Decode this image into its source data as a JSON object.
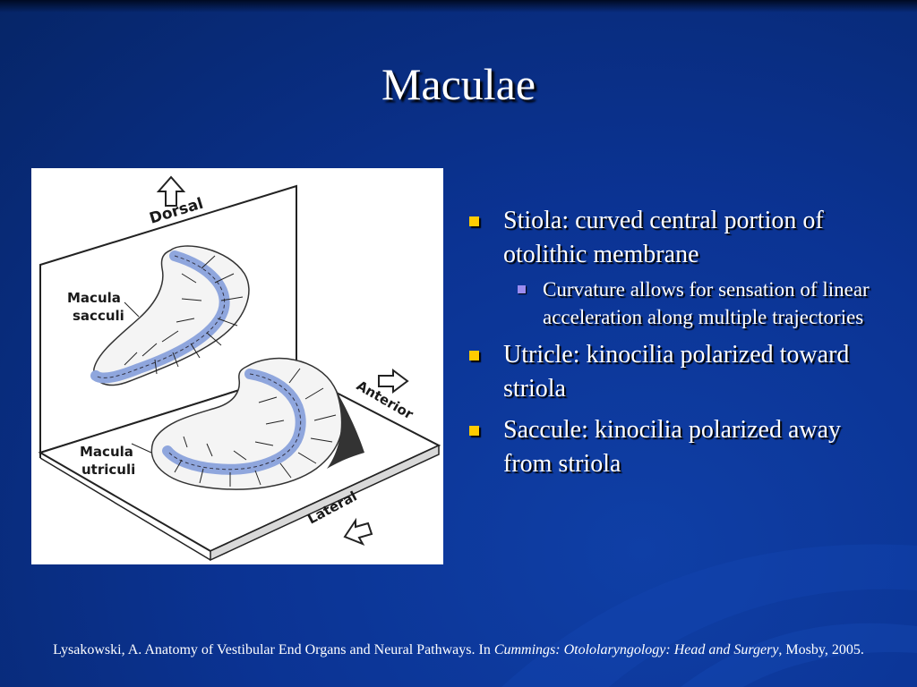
{
  "slide": {
    "title": "Maculae",
    "bullets": [
      {
        "text": "Stiola: curved central portion of otolithic membrane",
        "sub": [
          "Curvature allows for sensation of linear acceleration along multiple trajectories"
        ]
      },
      {
        "text": "Utricle: kinocilia polarized toward striola",
        "sub": []
      },
      {
        "text": "Saccule: kinocilia polarized away from striola",
        "sub": []
      }
    ],
    "citation": {
      "pre": "Lysakowski, A.  Anatomy of Vestibular End Organs and Neural Pathways. In ",
      "journal": "Cummings: Otololaryngology: Head and Surgery",
      "post": ", Mosby, 2005."
    }
  },
  "figure": {
    "labels": {
      "dorsal": "Dorsal",
      "anterior": "Anterior",
      "lateral": "Lateral",
      "macula_sacculi_1": "Macula",
      "macula_sacculi_2": "sacculi",
      "macula_utriculi_1": "Macula",
      "macula_utriculi_2": "utriculi"
    }
  },
  "colors": {
    "background": "#0b3393",
    "bullet_marker": "#ffcc00",
    "sub_bullet_marker": "#9b8cf0",
    "striola_band": "#8fa6dd"
  }
}
